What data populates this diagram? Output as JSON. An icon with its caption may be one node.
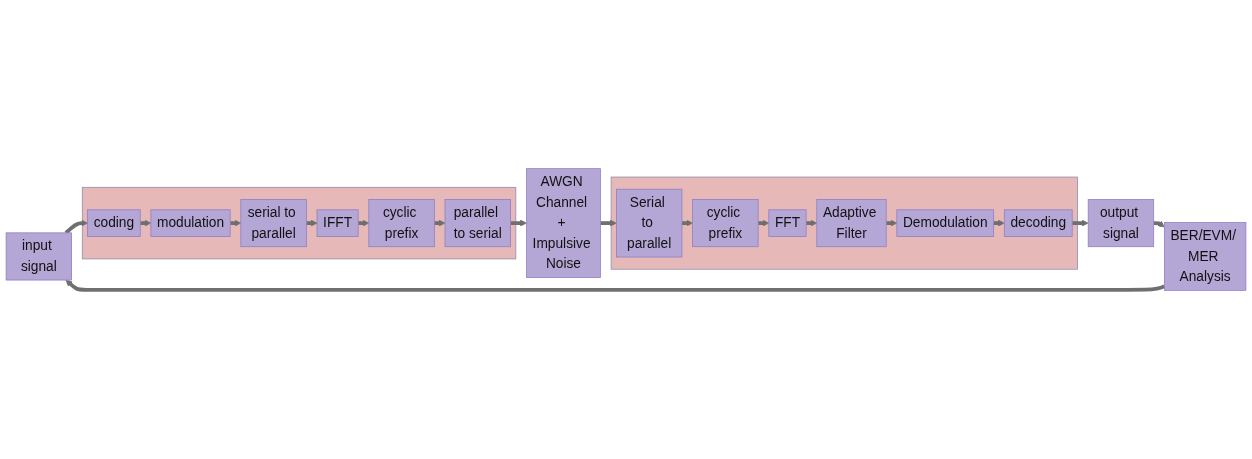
{
  "diagram": {
    "nodes": [
      {
        "text": [
          "input signal"
        ]
      },
      {
        "text": [],
        "shape": "box"
      },
      {
        "text": [
          "coding"
        ],
        "in": 1
      },
      {
        "text": [
          "modulation"
        ],
        "in": 1
      },
      {
        "text": [
          "serial to parallel"
        ],
        "in": 1
      },
      {
        "text": [
          "IFFT"
        ],
        "in": 1
      },
      {
        "text": [
          "cyclic prefix"
        ],
        "in": 1
      },
      {
        "text": [
          "parallel to serial"
        ],
        "in": 1
      },
      {
        "text": [
          "AWGN Channel + Impulsive Noise"
        ]
      },
      {
        "text": [
          "BER/EVM/ MER Analysis"
        ]
      },
      {
        "text": [],
        "shape": "box"
      },
      {
        "text": [
          "Serial to parallel"
        ],
        "in": 10
      },
      {
        "text": [
          "cyclic prefix"
        ],
        "in": 10
      },
      {
        "text": [
          "FFT"
        ],
        "in": 10
      },
      {
        "text": [
          "Adaptive Filter"
        ],
        "in": 10
      },
      {
        "text": [
          "Demodulation"
        ],
        "in": 10
      },
      {
        "text": [
          "decoding"
        ],
        "in": 10
      },
      {
        "text": [
          "output signal"
        ]
      }
    ],
    "edges": [
      {
        "from": 0,
        "to": 2,
        "arrow": "to"
      },
      {
        "from": 2,
        "to": 3,
        "arrow": "to"
      },
      {
        "from": 3,
        "to": 4,
        "arrow": "to"
      },
      {
        "from": 4,
        "to": 5,
        "arrow": "to"
      },
      {
        "from": 5,
        "to": 6,
        "arrow": "to"
      },
      {
        "from": 6,
        "to": 7,
        "arrow": "to"
      },
      {
        "from": 7,
        "to": 8,
        "arrow": "to"
      },
      {
        "from": 8,
        "to": 11,
        "arrow": "to"
      },
      {
        "from": 11,
        "to": 12,
        "arrow": "to"
      },
      {
        "from": 12,
        "to": 13,
        "arrow": "to"
      },
      {
        "from": 13,
        "to": 14,
        "arrow": "to"
      },
      {
        "from": 14,
        "to": 15,
        "arrow": "to"
      },
      {
        "from": 15,
        "to": 16,
        "arrow": "to"
      },
      {
        "from": 16,
        "to": 17,
        "arrow": "to"
      },
      {
        "from": 17,
        "to": 9,
        "arrow": "to"
      },
      {
        "from": 9,
        "to": 0,
        "arrow": "to"
      }
    ]
  }
}
